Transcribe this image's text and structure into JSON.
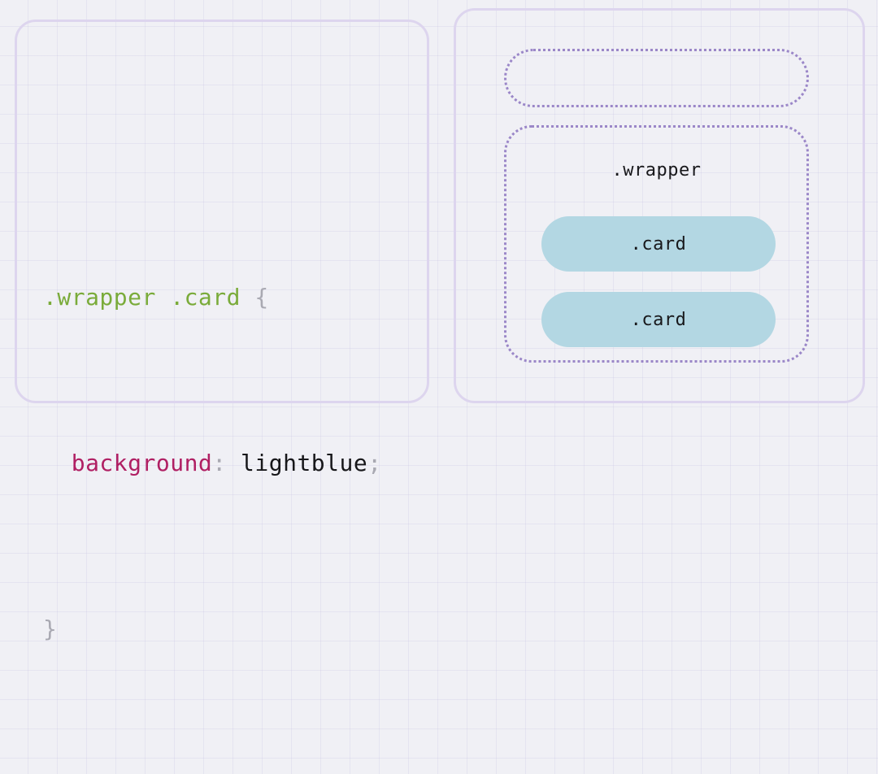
{
  "colors": {
    "background": "#f0f0f5",
    "grid_line": "#beb9e1",
    "panel_border": "#ddd5ee",
    "dotted_border": "#9b87c8",
    "card_fill": "#b3d7e3",
    "selector_token": "#7aab3a",
    "property_token": "#b01f63",
    "value_token": "#17171a",
    "punctuation_token": "#a9a9b2"
  },
  "code_panel": {
    "lines": [
      {
        "selector": ".wrapper .card",
        "space": " ",
        "open_brace": "{"
      },
      {
        "indent": "  ",
        "property": "background",
        "colon": ":",
        "space": " ",
        "value": "lightblue",
        "semicolon": ";"
      },
      {
        "close_brace": "}"
      }
    ]
  },
  "preview_panel": {
    "empty_pill_label": "",
    "wrapper": {
      "label": ".wrapper",
      "cards": [
        {
          "label": ".card"
        },
        {
          "label": ".card"
        }
      ]
    }
  }
}
